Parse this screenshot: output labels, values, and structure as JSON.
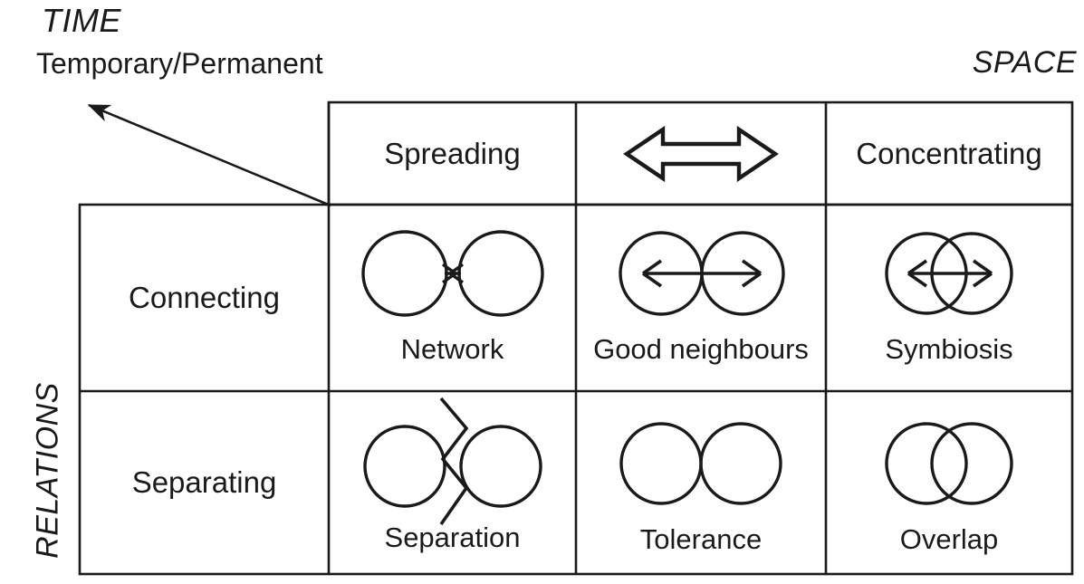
{
  "axes": {
    "time_title": "TIME",
    "time_subtitle": "Temporary/Permanent",
    "space_title": "SPACE",
    "relations_title": "RELATIONS"
  },
  "matrix": {
    "corner_label": "",
    "column_headers": [
      {
        "label": "Spreading",
        "icon": ""
      },
      {
        "label": "",
        "icon": "double-headed-arrow"
      },
      {
        "label": "Concentrating",
        "icon": ""
      }
    ],
    "row_headers": [
      {
        "label": "Connecting"
      },
      {
        "label": "Separating"
      }
    ],
    "cells": [
      [
        {
          "caption": "Network",
          "glyph": "two-separate-circles-with-double-arrow"
        },
        {
          "caption": "Good neighbours",
          "glyph": "two-tangent-circles-with-double-arrow"
        },
        {
          "caption": "Symbiosis",
          "glyph": "two-overlapping-circles-with-double-arrow"
        }
      ],
      [
        {
          "caption": "Separation",
          "glyph": "two-separate-circles-with-zigzag"
        },
        {
          "caption": "Tolerance",
          "glyph": "two-tangent-circles"
        },
        {
          "caption": "Overlap",
          "glyph": "two-overlapping-circles"
        }
      ]
    ]
  },
  "icons": {
    "diagonal_arrow": "arrow-up-left",
    "header_arrow": "double-headed-outline-arrow"
  },
  "colors": {
    "stroke": "#1a1a1a",
    "background": "#ffffff",
    "text": "#1a1a1a"
  }
}
